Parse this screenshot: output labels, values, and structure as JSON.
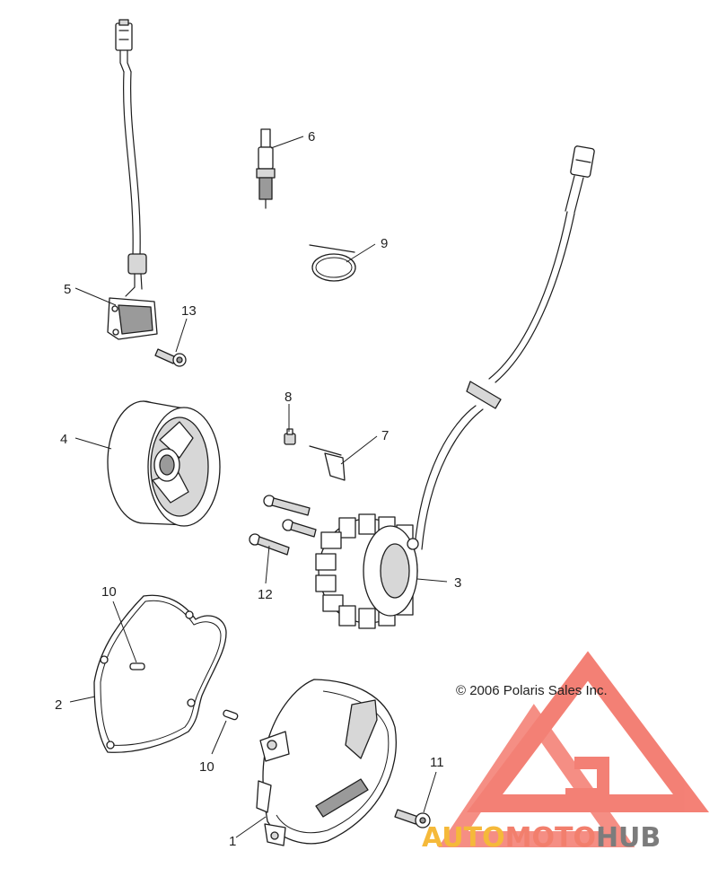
{
  "diagram": {
    "callouts": [
      {
        "id": "1",
        "label": "1"
      },
      {
        "id": "2",
        "label": "2"
      },
      {
        "id": "3",
        "label": "3"
      },
      {
        "id": "4",
        "label": "4"
      },
      {
        "id": "5",
        "label": "5"
      },
      {
        "id": "6",
        "label": "6"
      },
      {
        "id": "7",
        "label": "7"
      },
      {
        "id": "8",
        "label": "8"
      },
      {
        "id": "9",
        "label": "9"
      },
      {
        "id": "10a",
        "label": "10"
      },
      {
        "id": "10b",
        "label": "10"
      },
      {
        "id": "11",
        "label": "11"
      },
      {
        "id": "12",
        "label": "12"
      },
      {
        "id": "13",
        "label": "13"
      }
    ],
    "copyright": "© 2006 Polaris Sales Inc."
  },
  "watermark": {
    "text_part1": "AUTO",
    "text_part2": "MOTO",
    "text_part3": "HUB",
    "color_part1": "#f5b93a",
    "color_part2": "#f27f6d",
    "color_part3": "#7c7c7c",
    "logo_color": "#f26b5e"
  }
}
